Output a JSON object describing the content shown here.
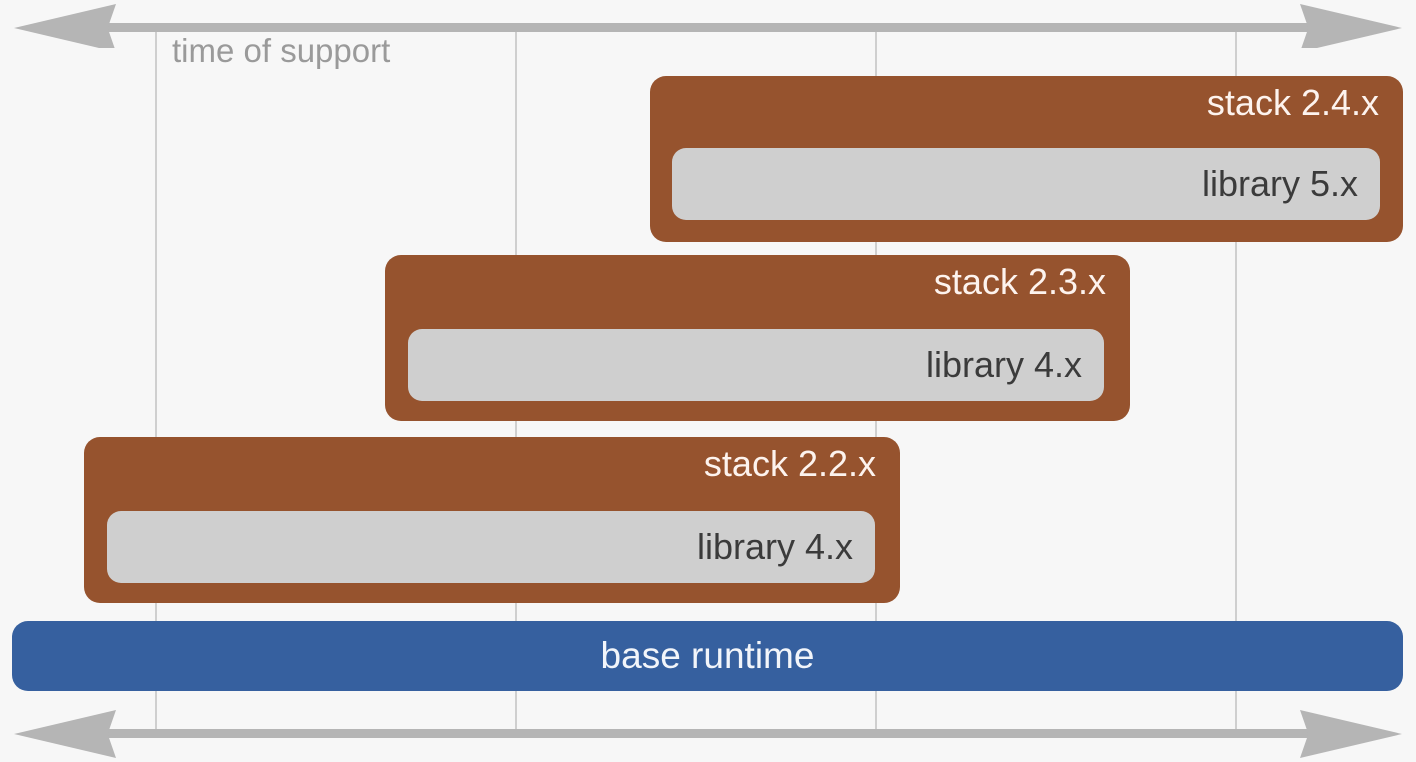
{
  "diagram": {
    "caption": "time of support",
    "colors": {
      "background": "#f7f7f7",
      "stack": "#96532e",
      "library": "#cfcfcf",
      "base": "#36609f",
      "gridline": "#cfcfcf",
      "axis": "#b5b5b5",
      "caption_text": "#9a9a9a",
      "stack_text": "#fdf3ee",
      "library_text": "#3b3b3b",
      "base_text": "#f2f5fa"
    },
    "axes": {
      "top_arrow_name": "timeline-axis-top",
      "bottom_arrow_name": "timeline-axis-bottom",
      "direction": "bidirectional"
    },
    "gridlines": [
      155,
      515,
      875,
      1235
    ],
    "rows": [
      {
        "stack_label": "stack 2.4.x",
        "library_label": "library 5.x"
      },
      {
        "stack_label": "stack 2.3.x",
        "library_label": "library 4.x"
      },
      {
        "stack_label": "stack 2.2.x",
        "library_label": "library 4.x"
      }
    ],
    "base": {
      "label": "base runtime"
    }
  }
}
